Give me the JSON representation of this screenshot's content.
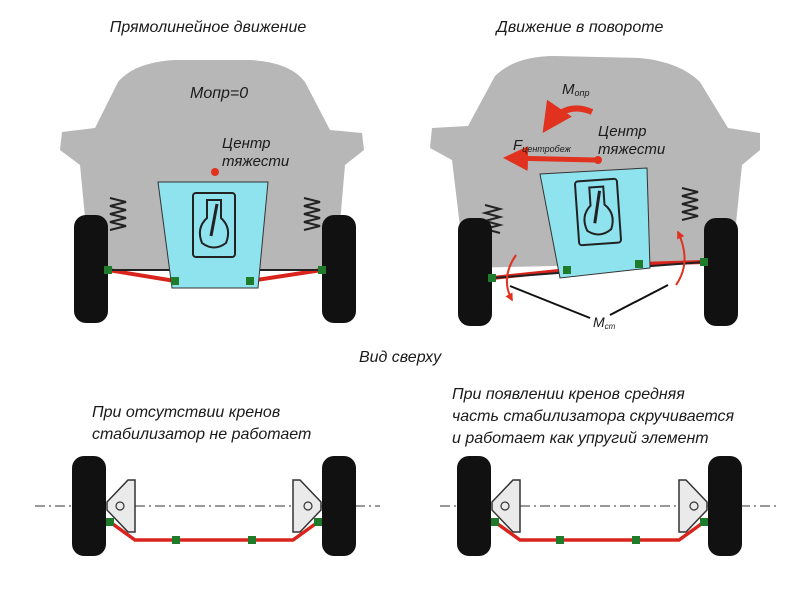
{
  "titles": {
    "straight": "Прямолинейное движение",
    "turn": "Движение в повороте",
    "top_view": "Вид сверху"
  },
  "labels": {
    "moment_zero": "Mопр=0",
    "moment_m": "M",
    "moment_m_sub": "опр",
    "center_line1": "Центр",
    "center_line2": "тяжести",
    "force_f": "F",
    "force_f_sub": "центробеж",
    "moment_stab": "M",
    "moment_stab_sub": "ст"
  },
  "captions": {
    "left_line1": "При отсутствии кренов",
    "left_line2": "стабилизатор не работает",
    "right_line1": "При появлении кренов средняя",
    "right_line2": "часть стабилизатора скручивается",
    "right_line3": "и работает как упругий элемент"
  },
  "colors": {
    "car_body": "#b7b7b7",
    "stabilizer": "#d8241c",
    "joint": "#1f7a2a",
    "cg_box": "#8fe3ef",
    "arrow_red": "#e0321e",
    "tire": "#111111"
  }
}
